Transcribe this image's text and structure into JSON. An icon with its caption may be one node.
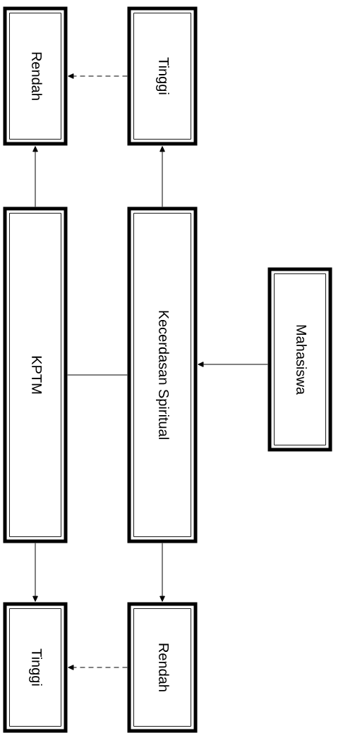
{
  "diagram": {
    "nodes": [
      {
        "text": [
          "Rendah"
        ]
      },
      {
        "text": [
          "Tinggi"
        ]
      },
      {
        "text": [
          "KPTM"
        ]
      },
      {
        "text": [
          "Kecerdasan Spiritual"
        ]
      },
      {
        "text": [
          "Mahasiswa"
        ]
      },
      {
        "text": [
          "Tinggi"
        ]
      },
      {
        "text": [
          "Rendah"
        ]
      }
    ],
    "edges": [
      {
        "from": 4,
        "to": 3,
        "arrow": "to"
      },
      {
        "from": 3,
        "to": 2,
        "arrow": "none"
      },
      {
        "from": 2,
        "to": 0,
        "arrow": "to"
      },
      {
        "from": 3,
        "to": 1,
        "arrow": "to"
      },
      {
        "from": 2,
        "to": 5,
        "arrow": "to"
      },
      {
        "from": 3,
        "to": 6,
        "arrow": "to"
      },
      {
        "from": 1,
        "to": 0,
        "arrow": "to",
        "style": "dashed"
      },
      {
        "from": 6,
        "to": 5,
        "arrow": "to",
        "style": "dashed"
      }
    ]
  }
}
